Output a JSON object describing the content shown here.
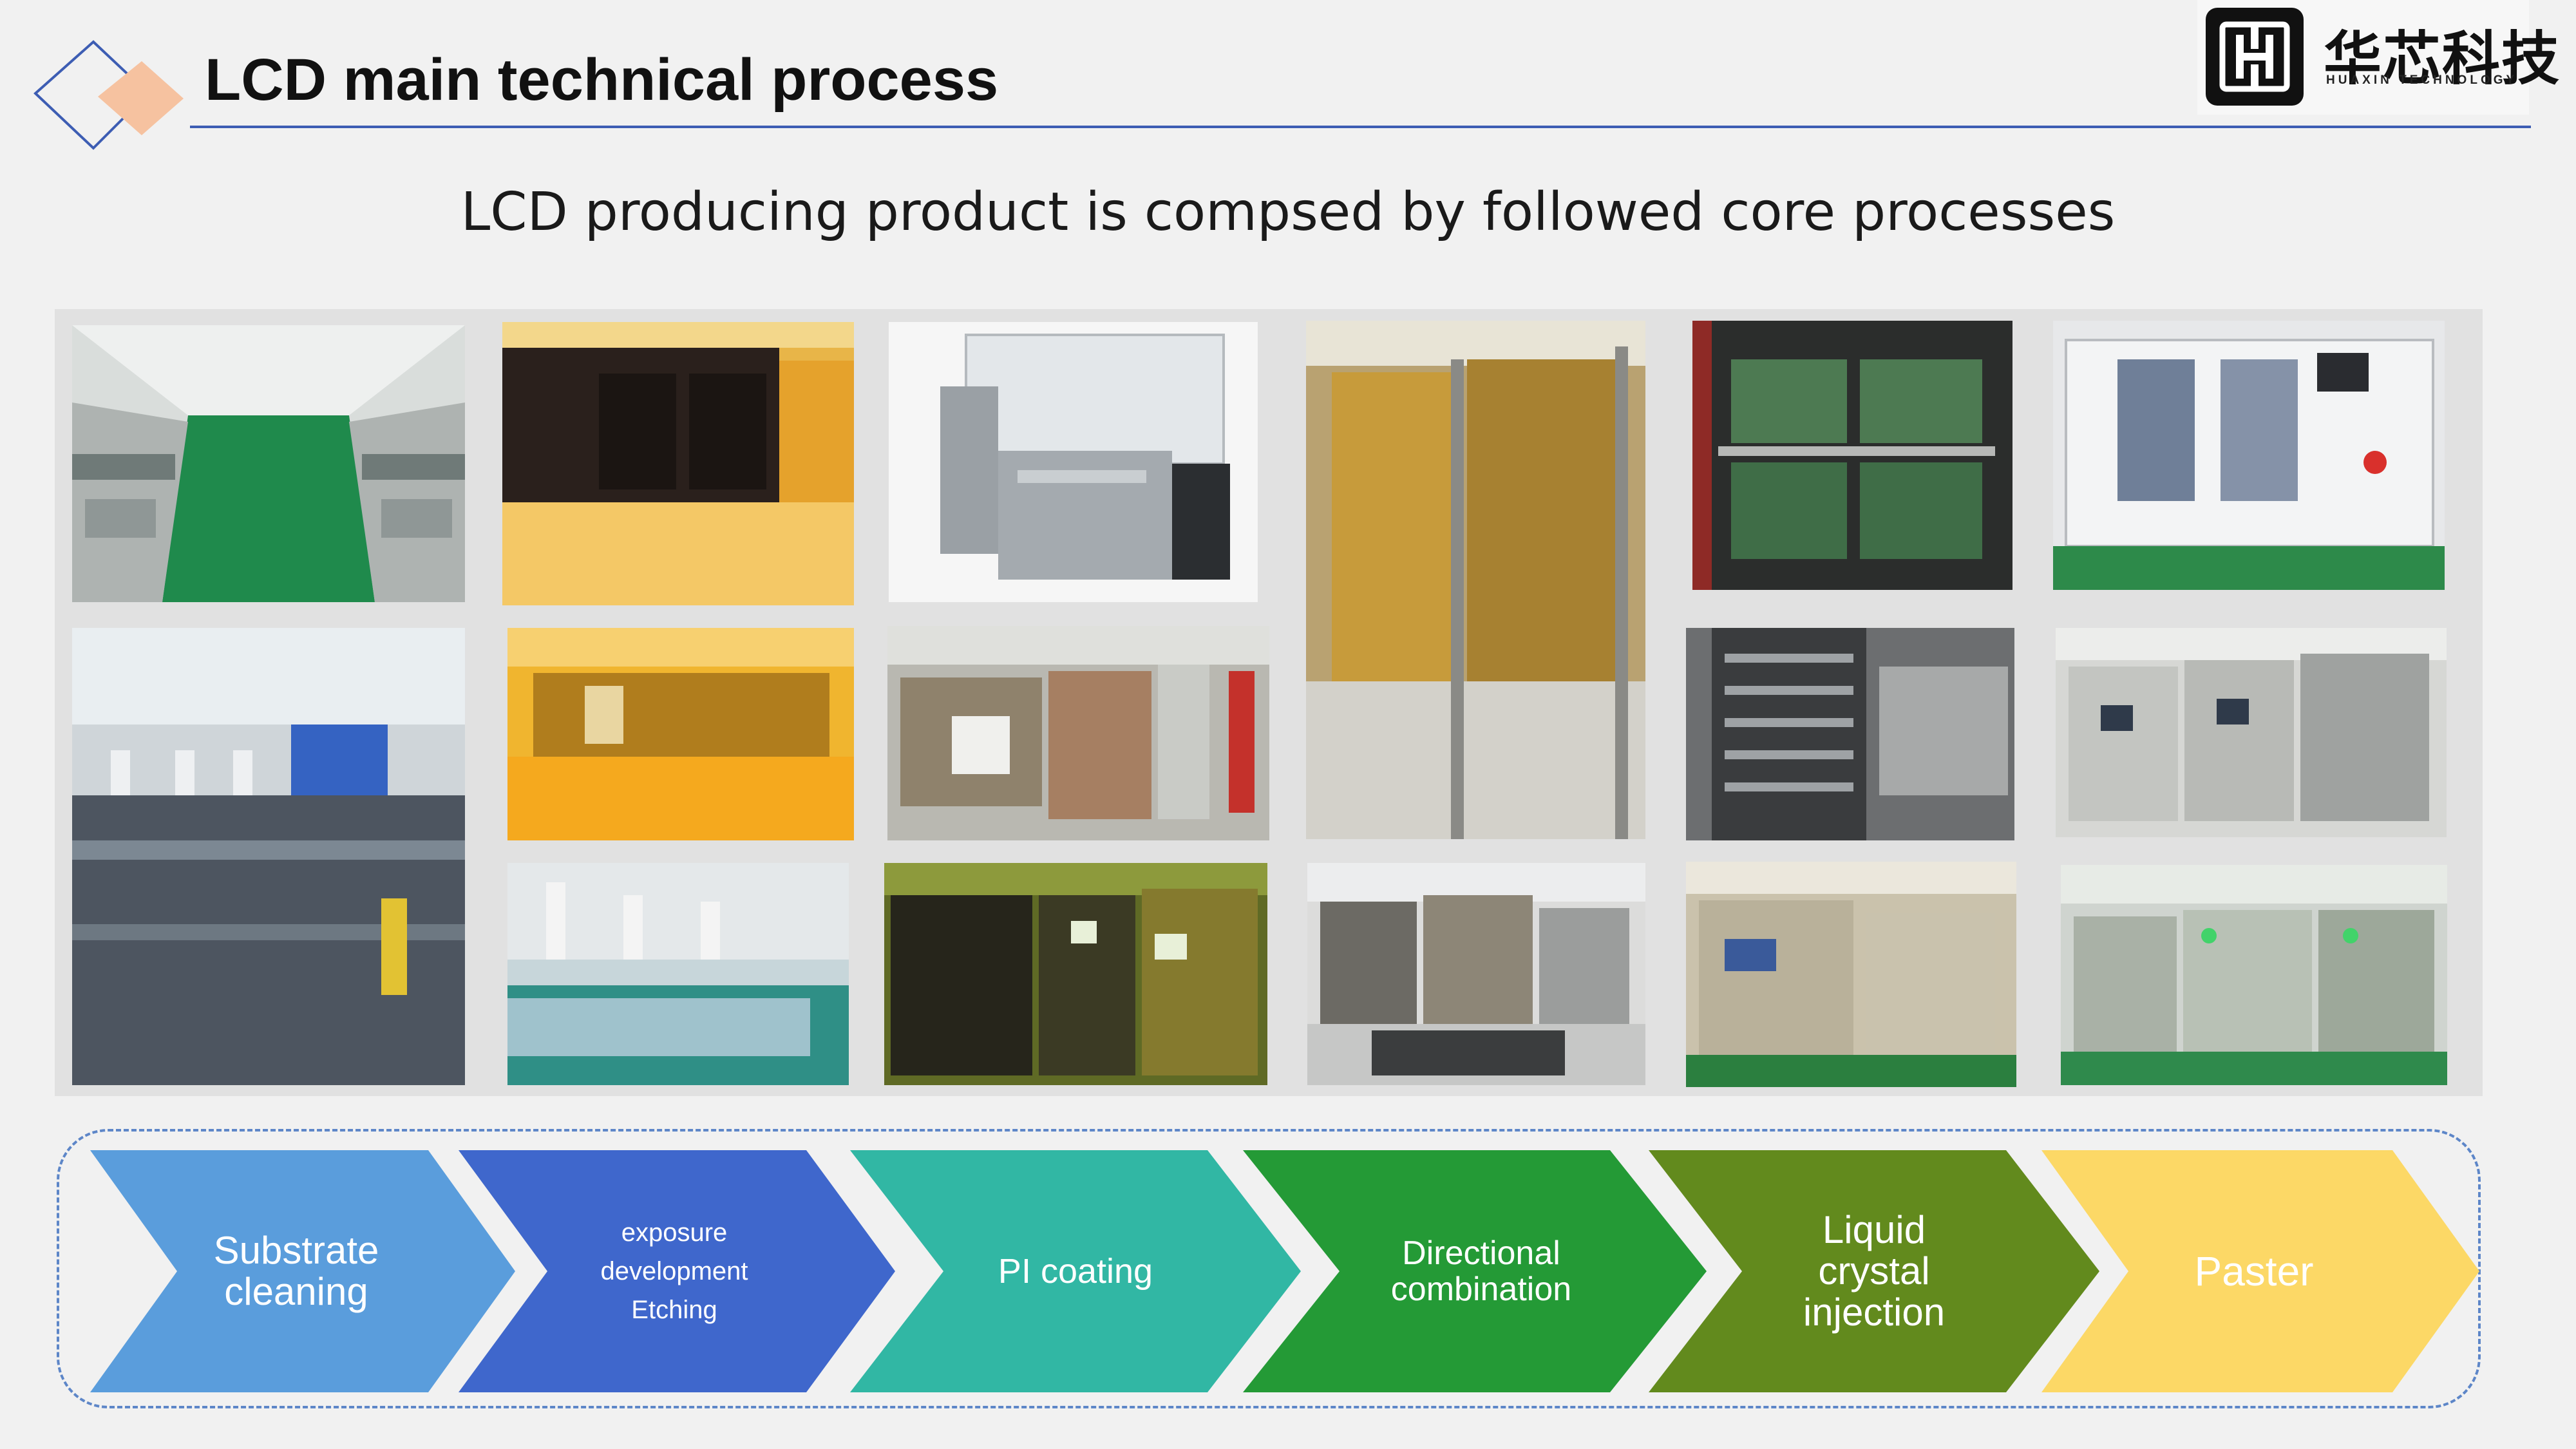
{
  "header": {
    "title": "LCD main technical process"
  },
  "logo": {
    "name_cn": "华芯科技",
    "name_en": "HUAXIN TECHNOLOGY"
  },
  "subtitle": "LCD producing product is compsed by followed core processes",
  "process_steps": [
    {
      "label": "Substrate\ncleaning",
      "color": "#5a9ddc"
    },
    {
      "label": "exposure\ndevelopment\nEtching",
      "color": "#3f67cc"
    },
    {
      "label": "PI coating",
      "color": "#31b7a4"
    },
    {
      "label": "Directional\ncombination",
      "color": "#249a36"
    },
    {
      "label": "Liquid\ncrystal\ninjection",
      "color": "#628a1d"
    },
    {
      "label": "Paster",
      "color": "#fcd866"
    }
  ],
  "colors": {
    "accent_blue": "#3d5db3",
    "deco_orange": "#f6c2a0",
    "page_background": "#f1f1f1"
  }
}
